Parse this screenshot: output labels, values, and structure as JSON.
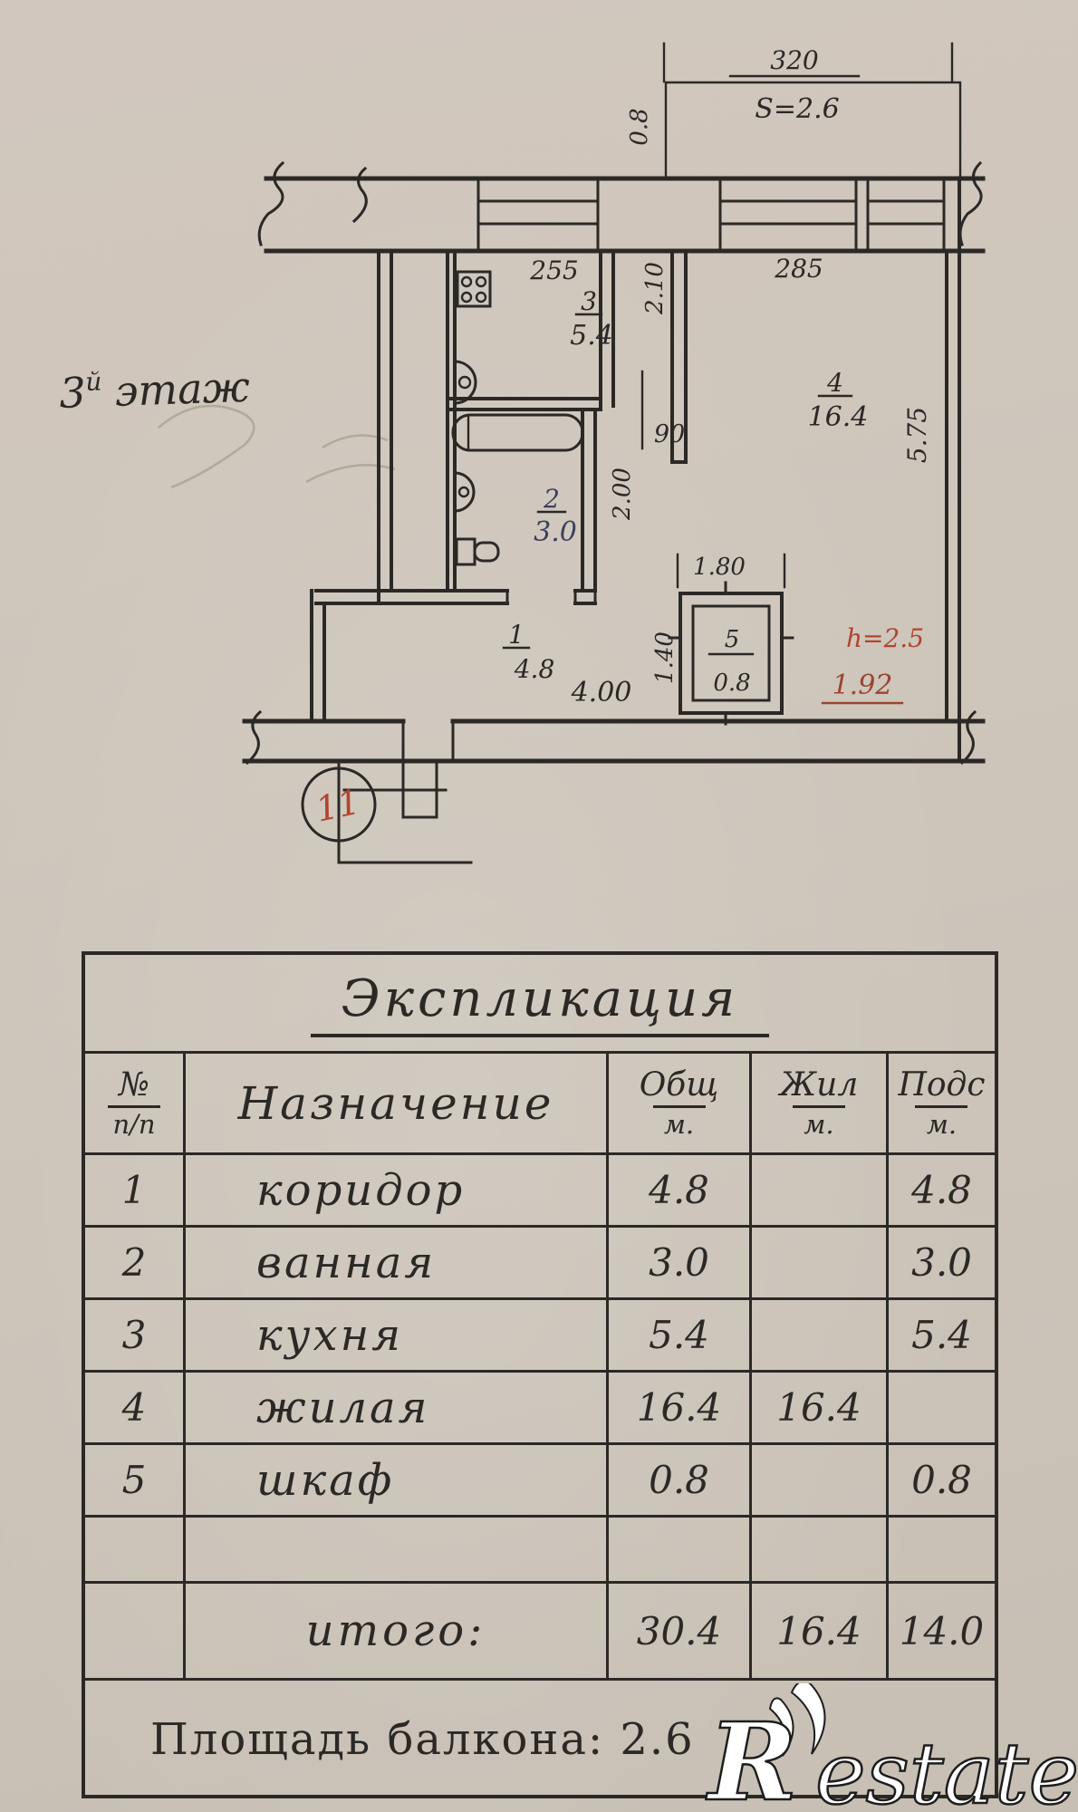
{
  "page": {
    "floor_label": {
      "num": "3",
      "sup": "й",
      "word": "этаж"
    },
    "apartment_number": "11"
  },
  "plan": {
    "balcony": {
      "area_label": "S=2.6",
      "width": "320",
      "depth": "0.8"
    },
    "dims": {
      "kitchen_width": "255",
      "room_width": "285",
      "kitchen_depth": "2.10",
      "door_width": "90",
      "corridor_length": "2.00",
      "room_depth": "5.75",
      "hall_width": "4.00",
      "hall_depth": "1.40",
      "closet_width": "1.80",
      "alcove_width": "1.92",
      "ceiling_height": "h=2.5"
    },
    "rooms": {
      "hallway": {
        "num": "1",
        "area": "4.8"
      },
      "bathroom": {
        "num": "2",
        "area": "3.0"
      },
      "kitchen": {
        "num": "3",
        "area": "5.4"
      },
      "living": {
        "num": "4",
        "area": "16.4"
      },
      "closet": {
        "num": "5",
        "area": "0.8"
      }
    }
  },
  "table": {
    "title": "Экспликация",
    "headers": {
      "col1_top": "№",
      "col1_bottom": "п/п",
      "col2": "Назначение",
      "col3_top": "Общ",
      "col3_bottom": "м.",
      "col4_top": "Жил",
      "col4_bottom": "м.",
      "col5_top": "Подс",
      "col5_bottom": "м."
    },
    "rows": [
      {
        "num": "1",
        "name": "коридор",
        "total": "4.8",
        "living": "",
        "aux": "4.8"
      },
      {
        "num": "2",
        "name": "ванная",
        "total": "3.0",
        "living": "",
        "aux": "3.0"
      },
      {
        "num": "3",
        "name": "кухня",
        "total": "5.4",
        "living": "",
        "aux": "5.4"
      },
      {
        "num": "4",
        "name": "жилая",
        "total": "16.4",
        "living": "16.4",
        "aux": ""
      },
      {
        "num": "5",
        "name": "шкаф",
        "total": "0.8",
        "living": "",
        "aux": "0.8"
      }
    ],
    "total": {
      "label": "итого:",
      "total": "30.4",
      "living": "16.4",
      "aux": "14.0"
    },
    "footer": "Площадь балкона: 2.6"
  },
  "watermark": {
    "initial": "R",
    "rest": "estate"
  },
  "colors": {
    "paper": "#cdc5bb",
    "ink": "#2b2926",
    "red_ink": "#b2442e",
    "blue_ink": "#3d3f5e"
  }
}
